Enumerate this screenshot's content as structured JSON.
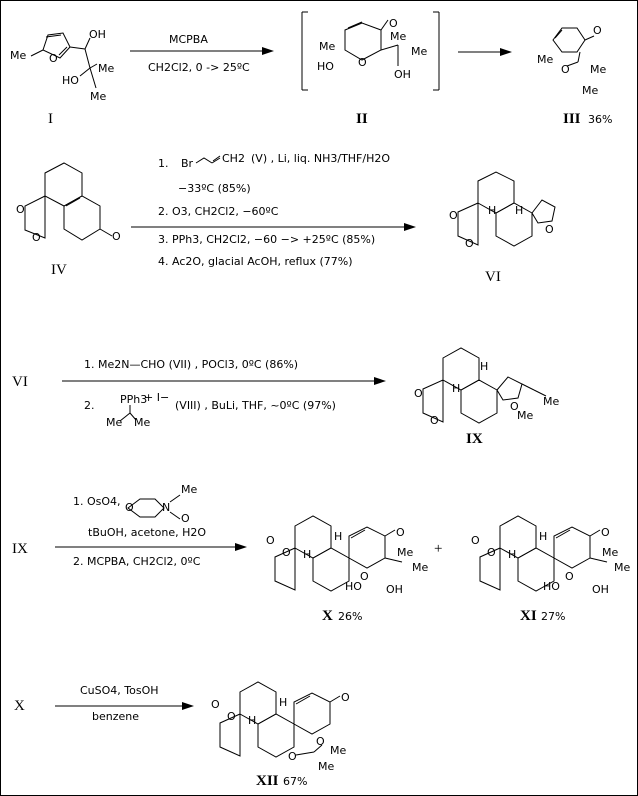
{
  "compounds": {
    "I": "I",
    "II": "II",
    "III": "III",
    "III_yield": "36%",
    "IV": "IV",
    "VI": "VI",
    "VI_start": "VI",
    "IX": "IX",
    "IX_start": "IX",
    "X": "X",
    "X_yield": "26%",
    "XI": "XI",
    "XI_yield": "27%",
    "X_start": "X",
    "XII": "XII",
    "XII_yield": "67%",
    "plus": "+"
  },
  "step1": {
    "reagent_top": "MCPBA",
    "reagent_bottom": "CH2Cl2,  0 -> 25ºC"
  },
  "step2": {
    "line1_num": "1.",
    "line1_br": "Br",
    "line1_ch2": "CH2",
    "line1_rest": "(V)  , Li, liq. NH3/THF/H2O",
    "line1b": "−33ºC (85%)",
    "line2": "2.  O3,  CH2Cl2,   −60ºC",
    "line3": "3.  PPh3,  CH2Cl2,  −60 −> +25ºC (85%)",
    "line4": "4.  Ac2O, glacial AcOH, reflux (77%)"
  },
  "step3": {
    "line1": "1.   Me2N—CHO  (VII)  , POCl3, 0ºC  (86%)",
    "line2_num": "2.",
    "line2_pph": "PPh3",
    "line2_ion": "+ I−",
    "line2_rest": "(VIII) , BuLi, THF,  ~0ºC (97%)",
    "line2_me": "Me",
    "line2_me2": "Me"
  },
  "step4": {
    "line1": "1. OsO4,",
    "me": "Me",
    "n": "N",
    "o_top": "O",
    "o_side": "O",
    "line1b": "tBuOH, acetone, H2O",
    "line2": "2.  MCPBA,  CH2Cl2,   0ºC"
  },
  "step5": {
    "reagent_top": "CuSO4, TosOH",
    "reagent_bottom": "benzene"
  },
  "atoms": {
    "me": "Me",
    "ho": "HO",
    "oh": "OH",
    "o": "O",
    "h": "H"
  }
}
